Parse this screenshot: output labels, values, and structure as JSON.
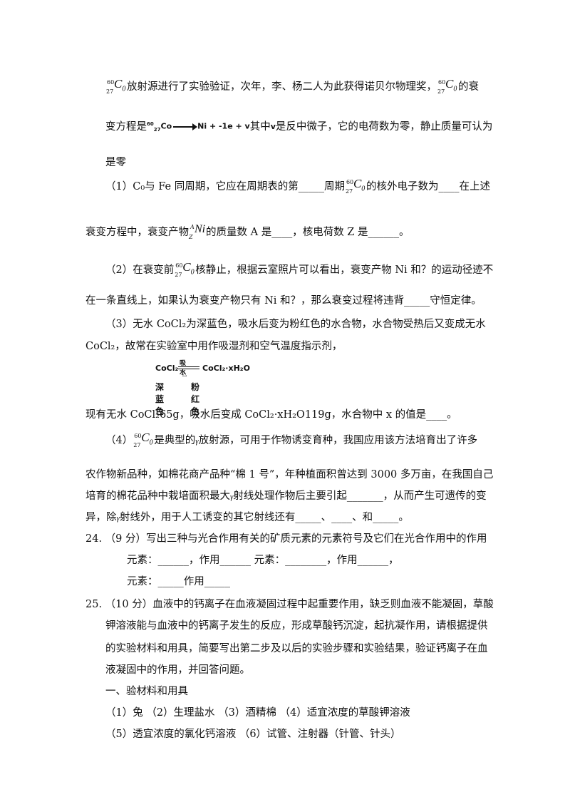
{
  "nuclide": {
    "mass": "60",
    "atomic": "27",
    "symbol": "C",
    "sub": "0"
  },
  "ni_nuclide": {
    "mass": "A",
    "atomic": "Z",
    "symbol": "Ni"
  },
  "lines": {
    "l1_after": "放射源进行了实验验证，次年，李、杨二人为此获得诺贝尔物理奖，",
    "l1_end": "的衰",
    "l2_start": "变方程是",
    "l2_eq": "Co",
    "l2_eq_rhs": "Ni + -1e + v",
    "l2_mid": "其中",
    "l2_sym": "v",
    "l2_end": "是反中微子，它的电荷数为零，静止质量可认为",
    "l3": "是零",
    "q1_a": "（1）C₀与 Fe 同周期，它应在周期表的第_____周期",
    "q1_b": "的核外电子数为____在上述",
    "q1_c": "衰变方程中，衰变产物",
    "q1_d": "的质量数 A 是____，核电荷数 Z 是______。",
    "q2_a": "（2）在衰变前",
    "q2_b": "核静止，根据云室照片可以看出，衰变产物 Ni 和？的运动径迹不",
    "q2_c": "在一条直线上，如果认为衰变产物只有 Ni 和？，那么衰变过程将违背_____守恒定律。",
    "q3_a": "（3）无水 CoCl₂为深蓝色，吸水后变为粉红色的水合物，水合物受热后又变成无水",
    "q3_b": "CoCl₂，故常在实验室中用作吸湿剂和空气温度指示剂，",
    "q3_c": "现有无水 CoCl₂65g，吸水后变成 CoCl₂·xH₂O119g，水合物中 x 的值是____。",
    "q4_a": "（4）",
    "q4_b": "是典型的",
    "q4_gamma": "γ",
    "q4_c": "放射源，可用于作物诱变育种，我国应用该方法培育出了许多",
    "q4_d": "农作物新品种，如棉花商产品种“棉 1 号”，年种植面积曾达到 3000 多万亩，在我国自己",
    "q4_e": "培育的棉花品种中栽培面积最大",
    "q4_f": "射线处理作物后主要引起_______，从而产生可遗传的变",
    "q4_g": "异，除",
    "q4_h": "射线外，用于人工诱变的其它射线还有_____、____、和_____。",
    "q24": "24.  （9 分）写出三种与光合作用有关的矿质元素的元素符号及它们在光合作用中的作用",
    "q24_a": "元素：______，作用______        元素：________，作用______，",
    "q24_b": "元素：_____作用_____",
    "q25_a": "25.  （10 分）血液中的钙离子在血液凝固过程中起重要作用，缺乏则血液不能凝固，草酸",
    "q25_b": "钾溶液能与血液中的钙离子发生的反应，形成草酸钙沉淀，起抗凝作用，请根据提供",
    "q25_c": "的实验材料和用具，简要写出第二步及以后的实验步骤和实验结果，验证钙离子在血",
    "q25_d": "液凝固中的作用，并回答问题。",
    "sec1": "一、验材料和用具",
    "mat_a": "（1）兔     （2）生理盐水     （3）酒精棉     （4）适宜浓度的草酸钾溶液",
    "mat_b": "（5）透宜浓度的氯化钙溶液          （6）试管、注射器（针管、针头）"
  },
  "reaction": {
    "lhs": "CoCl₂",
    "top": "吸水",
    "bot": "△",
    "rhs": "CoCl₂·xH₂O",
    "c1": "深蓝色",
    "c2": "粉红色"
  }
}
